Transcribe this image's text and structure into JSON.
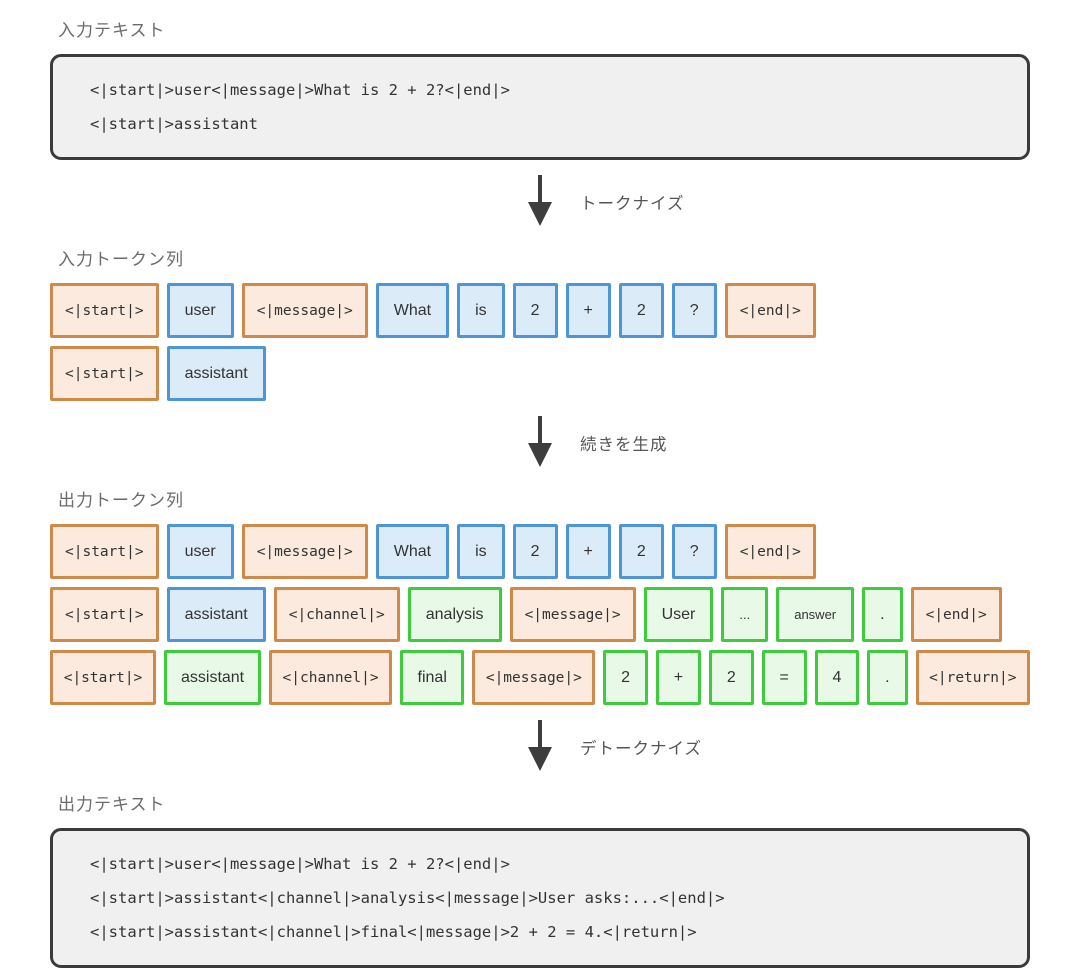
{
  "colors": {
    "special_border": "#cf8a4a",
    "special_fill": "#fbeadd",
    "prompt_border": "#4d94d8",
    "prompt_fill": "#dcebf8",
    "generated_border": "#3ecc3e",
    "generated_fill": "#e8f9e8",
    "code_box_border": "#3b3b3b",
    "code_box_fill": "#f0f0f0",
    "arrow": "#3d3d3d"
  },
  "input_text": {
    "label": "入力テキスト",
    "lines": [
      "<|start|>user<|message|>What is 2 + 2?<|end|>",
      "<|start|>assistant"
    ]
  },
  "arrows": [
    {
      "label": "トークナイズ"
    },
    {
      "label": "続きを生成"
    },
    {
      "label": "デトークナイズ"
    }
  ],
  "input_tokens": {
    "label": "入力トークン列",
    "rows": [
      [
        {
          "text": "<|start|>",
          "type": "special"
        },
        {
          "text": "user",
          "type": "prompt"
        },
        {
          "text": "<|message|>",
          "type": "special"
        },
        {
          "text": "What",
          "type": "prompt"
        },
        {
          "text": "is",
          "type": "prompt"
        },
        {
          "text": "2",
          "type": "prompt"
        },
        {
          "text": "+",
          "type": "prompt"
        },
        {
          "text": "2",
          "type": "prompt"
        },
        {
          "text": "?",
          "type": "prompt"
        },
        {
          "text": "<|end|>",
          "type": "special"
        }
      ],
      [
        {
          "text": "<|start|>",
          "type": "special"
        },
        {
          "text": "assistant",
          "type": "prompt"
        }
      ]
    ]
  },
  "output_tokens": {
    "label": "出力トークン列",
    "rows": [
      [
        {
          "text": "<|start|>",
          "type": "special"
        },
        {
          "text": "user",
          "type": "prompt"
        },
        {
          "text": "<|message|>",
          "type": "special"
        },
        {
          "text": "What",
          "type": "prompt"
        },
        {
          "text": "is",
          "type": "prompt"
        },
        {
          "text": "2",
          "type": "prompt"
        },
        {
          "text": "+",
          "type": "prompt"
        },
        {
          "text": "2",
          "type": "prompt"
        },
        {
          "text": "?",
          "type": "prompt"
        },
        {
          "text": "<|end|>",
          "type": "special"
        }
      ],
      [
        {
          "text": "<|start|>",
          "type": "special"
        },
        {
          "text": "assistant",
          "type": "prompt"
        },
        {
          "text": "<|channel|>",
          "type": "special"
        },
        {
          "text": "analysis",
          "type": "generated"
        },
        {
          "text": "<|message|>",
          "type": "special"
        },
        {
          "text": "User",
          "type": "generated"
        },
        {
          "text": "...",
          "type": "generated",
          "small": true
        },
        {
          "text": "answer",
          "type": "generated",
          "small": true
        },
        {
          "text": ".",
          "type": "generated"
        },
        {
          "text": "<|end|>",
          "type": "special"
        }
      ],
      [
        {
          "text": "<|start|>",
          "type": "special"
        },
        {
          "text": "assistant",
          "type": "generated"
        },
        {
          "text": "<|channel|>",
          "type": "special"
        },
        {
          "text": "final",
          "type": "generated"
        },
        {
          "text": "<|message|>",
          "type": "special"
        },
        {
          "text": "2",
          "type": "generated"
        },
        {
          "text": "+",
          "type": "generated"
        },
        {
          "text": "2",
          "type": "generated"
        },
        {
          "text": "=",
          "type": "generated"
        },
        {
          "text": "4",
          "type": "generated"
        },
        {
          "text": ".",
          "type": "generated"
        },
        {
          "text": "<|return|>",
          "type": "special"
        }
      ]
    ]
  },
  "output_text": {
    "label": "出力テキスト",
    "lines": [
      "<|start|>user<|message|>What is 2 + 2?<|end|>",
      "<|start|>assistant<|channel|>analysis<|message|>User asks:...<|end|>",
      "<|start|>assistant<|channel|>final<|message|>2 + 2 = 4.<|return|>"
    ]
  }
}
